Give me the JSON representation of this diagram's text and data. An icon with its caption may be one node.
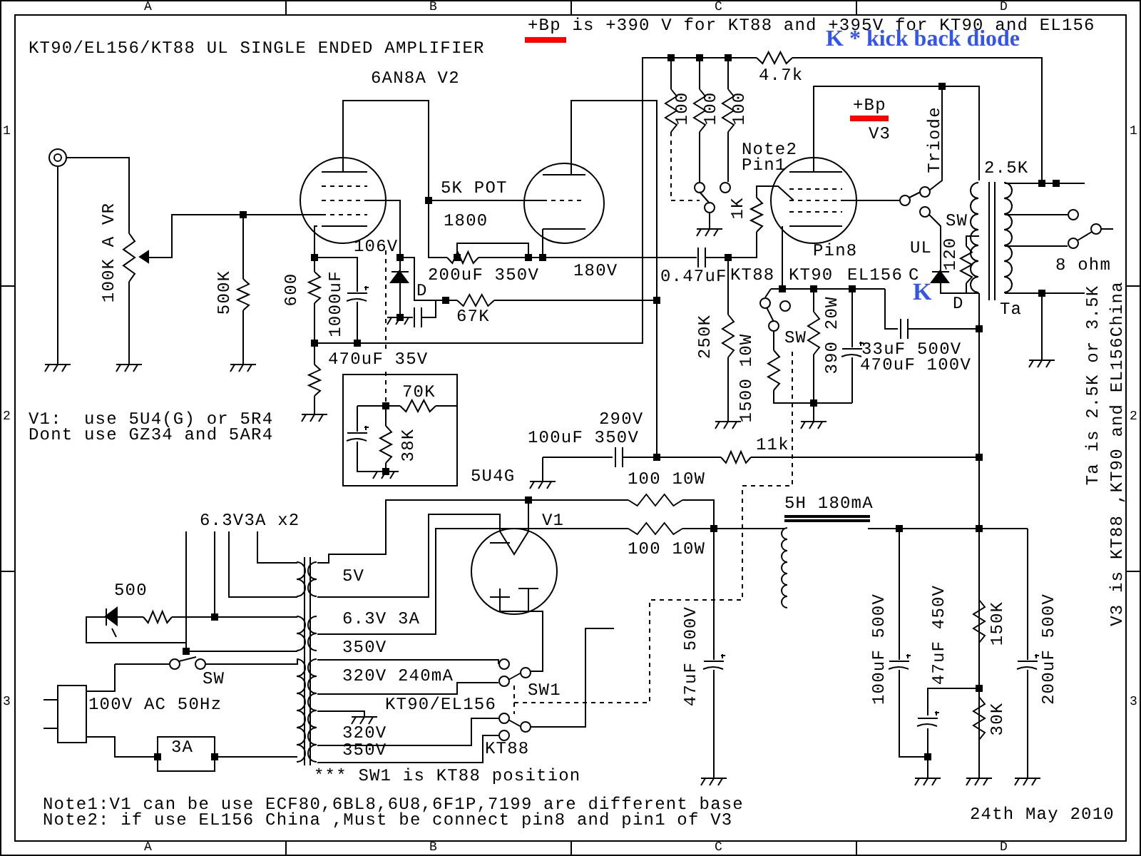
{
  "diagram": {
    "title": "KT90/EL156/KT88 UL SINGLE ENDED AMPLIFIER",
    "labels": [
      "+Bp is +390 V for KT88 and +395V for KT90 and EL156",
      "K * kick back diode",
      "6AN8A V2",
      "4.7k",
      "100",
      "100",
      "100",
      "+Bp",
      "V3",
      "Note2 Pin1",
      "Triode",
      "2.5K",
      "5K POT",
      "1800",
      "100K A VR",
      "500K",
      "106V",
      "600",
      "1000uF",
      "200uF 350V",
      "D",
      "67K",
      "180V",
      "1K",
      "Pin8",
      "SW",
      "UL",
      "120",
      "8 ohm",
      "0.47uF",
      "KT88 KT90 EL156",
      "C",
      "K",
      "D",
      "Ta",
      "250K",
      "1500 10W",
      "SW",
      "390 20W",
      "33uF 500V",
      "470uF 100V",
      "470uF 35V",
      "70K",
      "38K",
      "V1:  use 5U4(G) or 5R4",
      "Dont use GZ34 and 5AR4",
      "290V",
      "100uF 350V",
      "11k",
      "5U4G",
      "V1",
      "100 10W",
      "100 10W",
      "5H 180mA",
      "6.3V3A x2",
      "5V",
      "500",
      "6.3V 3A",
      "350V",
      "SW",
      "320V 240mA",
      "SW1",
      "100V AC 50Hz",
      "KT90/EL156",
      "3A",
      "320V",
      "350V",
      "KT88",
      "47uF 500V",
      "100uF 500V",
      "47uF 450V",
      "150K",
      "30K",
      "200uF 500V",
      "*** SW1 is KT88 position",
      "Note1:V1 can be use ECF80,6BL8,6U8,6F1P,7199 are different base",
      "Note2: if use EL156 China ,Must be connect pin8 and pin1 of V3",
      "24th May 2010",
      "Ta is 2.5K or 3.5K",
      "V3 is KT88 ,KT90 and EL156China",
      "A",
      "B",
      "C",
      "D",
      "1",
      "2",
      "3",
      "1",
      "2",
      "3",
      "A",
      "B",
      "C",
      "D"
    ]
  }
}
